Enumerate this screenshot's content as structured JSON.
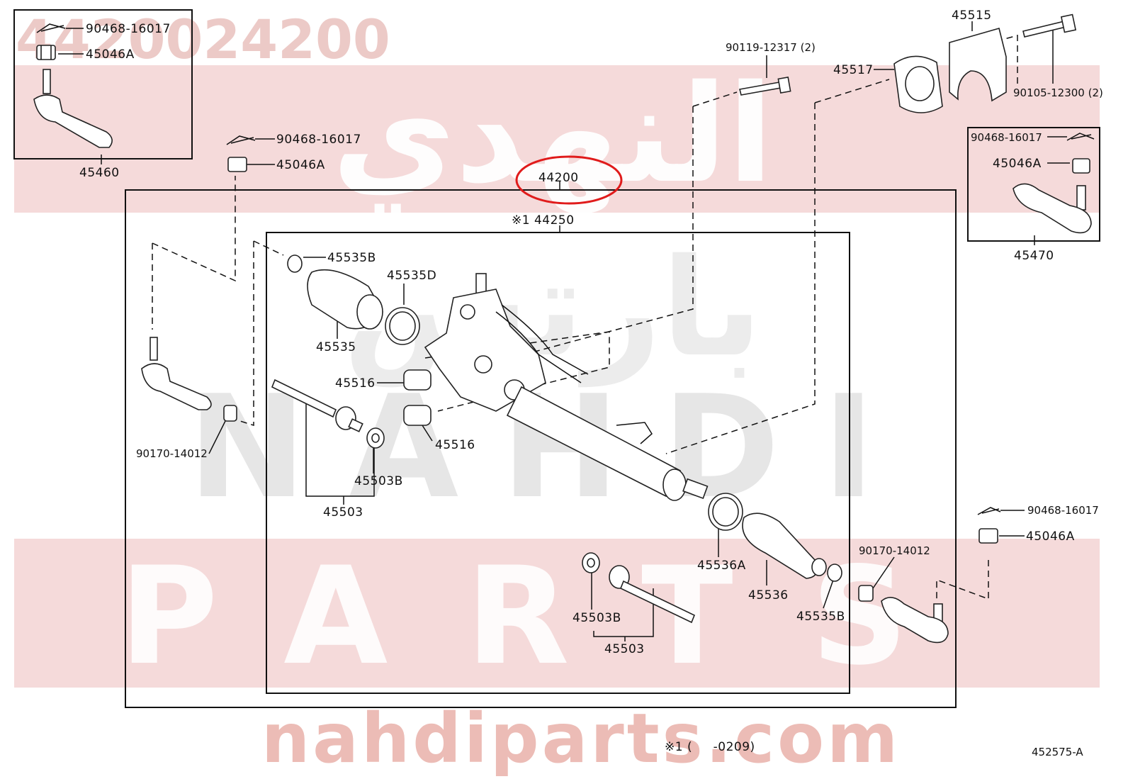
{
  "watermark": {
    "part_number": "4420024200",
    "arabic_top": "النهدي",
    "arabic_mid": "بارتس",
    "latin_mid": "NAHDI",
    "latin_low": "PARTS",
    "site": "nahdiparts.com",
    "band_color": "#f3d6d6",
    "text_color": "#e7b7b2"
  },
  "highlight_color": "#e01b1b",
  "labels": {
    "main_assembly": "44200",
    "sub_assembly": "※1 44250",
    "footnote": "※1 (     -0209)",
    "figure_id": "452575-A",
    "pin_tl": "90468-16017",
    "nut_tl": "45046A",
    "tie_end_tl": "45460",
    "pin_left": "90468-16017",
    "nut_left": "45046A",
    "bolt_top": "90119-12317 (2)",
    "bracket_45515": "45515",
    "bushing_45517": "45517",
    "bolt_right": "90105-12300 (2)",
    "pin_tr": "90468-16017",
    "nut_tr": "45046A",
    "tie_end_tr": "45470",
    "clamp_45535b_top": "45535B",
    "clamp_45535d": "45535D",
    "boot_45535": "45535",
    "bush_45516_a": "45516",
    "bush_45516_b": "45516",
    "nut_90170_left": "90170-14012",
    "washer_45503b_top": "45503B",
    "rod_45503_left": "45503",
    "clamp_45536a": "45536A",
    "boot_45536": "45536",
    "nut_90170_right": "90170-14012",
    "clamp_45535b_bottom": "45535B",
    "washer_45503b_bottom": "45503B",
    "rod_45503_bottom": "45503",
    "pin_br": "90468-16017",
    "nut_br": "45046A"
  }
}
